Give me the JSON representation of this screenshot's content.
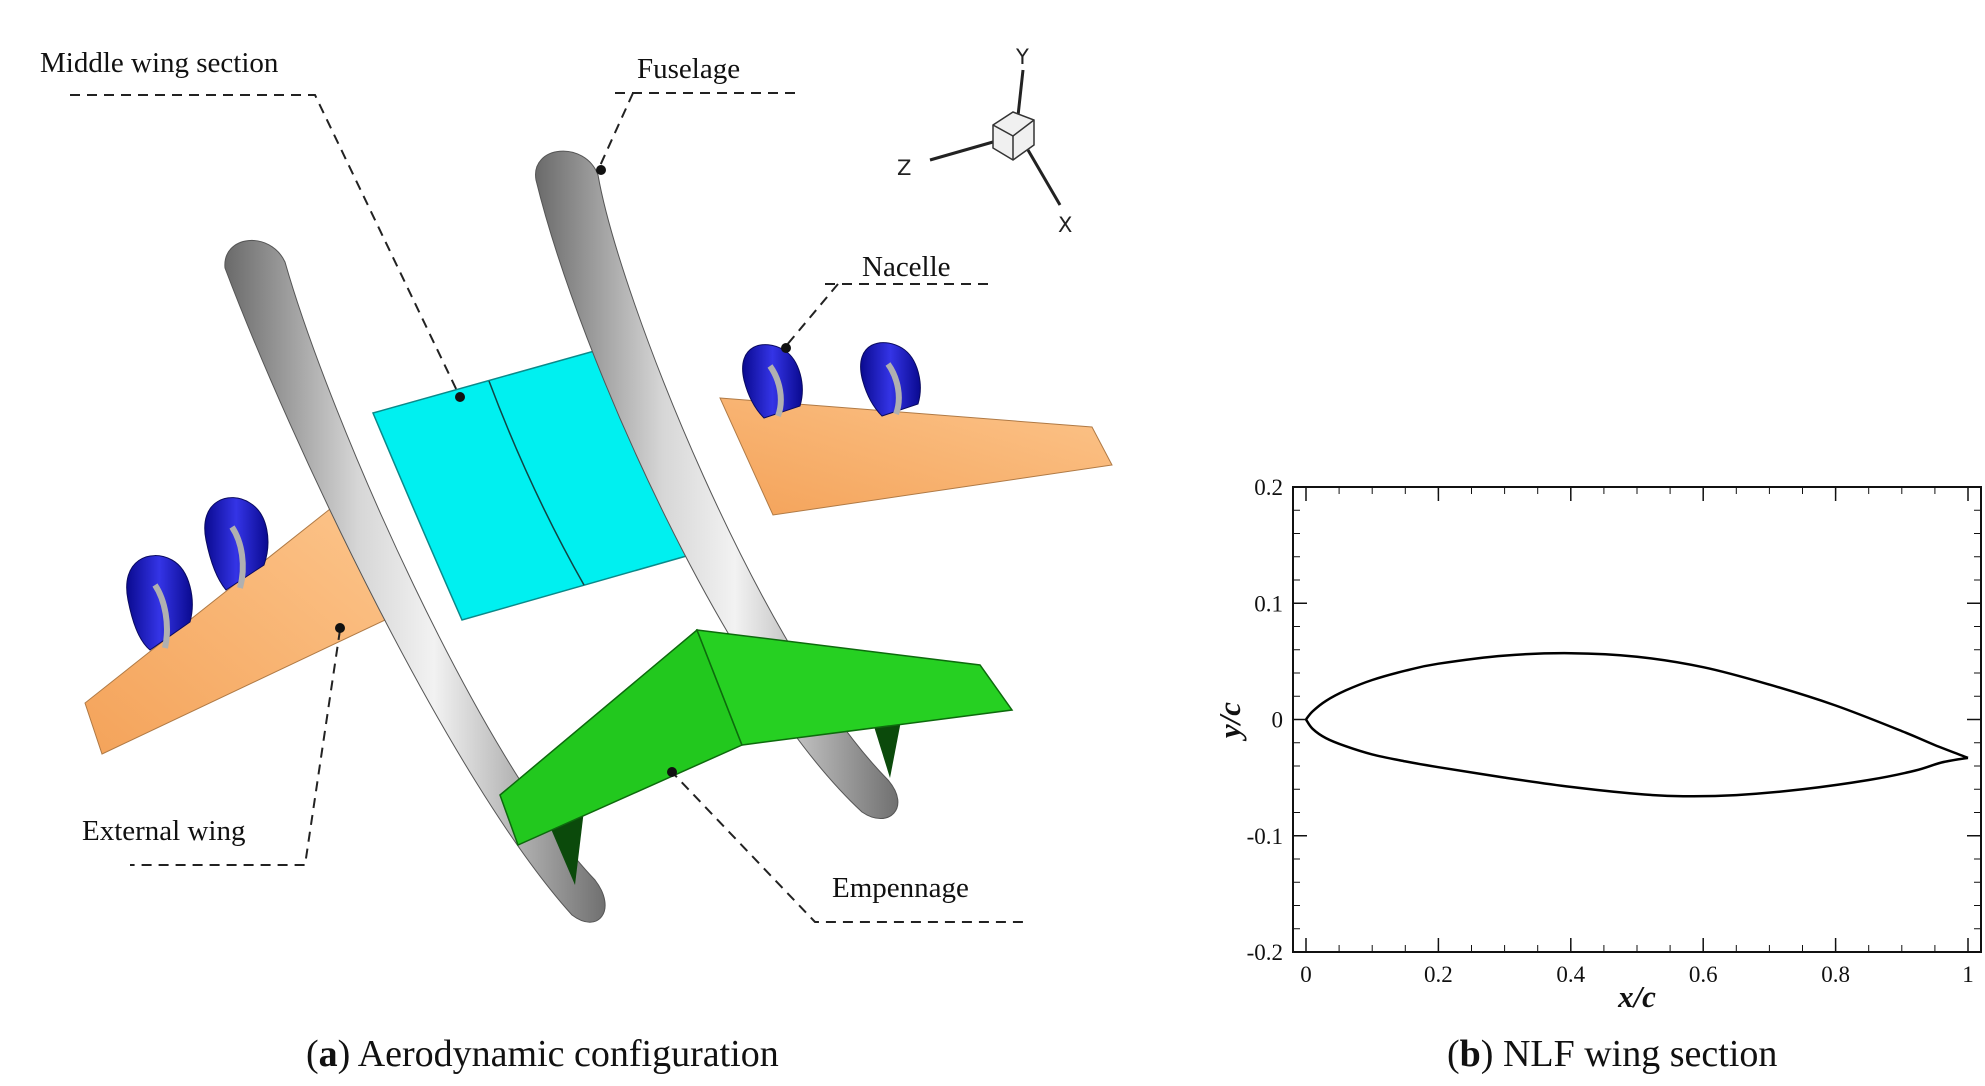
{
  "panel_a": {
    "labels": {
      "middle_wing": "Middle wing section",
      "fuselage": "Fuselage",
      "nacelle": "Nacelle",
      "external_wing": "External wing",
      "empennage": "Empennage"
    },
    "axes_triad": {
      "x": "X",
      "y": "Y",
      "z": "Z"
    },
    "caption_letter": "a",
    "caption_text": "Aerodynamic configuration",
    "colors": {
      "fuselage": "#a8a8a8",
      "middle_wing": "#00f2f2",
      "external_wing": "#f6a965",
      "empennage": "#22c21e",
      "nacelle": "#1e1ec8"
    }
  },
  "panel_b": {
    "caption_letter": "b",
    "caption_text": "NLF wing section"
  },
  "chart_data": {
    "type": "line",
    "xlabel": "x/c",
    "ylabel": "y/c",
    "xlim": [
      0,
      1
    ],
    "ylim": [
      -0.2,
      0.2
    ],
    "xticks": [
      0,
      0.2,
      0.4,
      0.6,
      0.8,
      1
    ],
    "xtick_labels": [
      "0",
      "0.2",
      "0.4",
      "0.6",
      "0.8",
      "1"
    ],
    "yticks": [
      -0.2,
      -0.1,
      0,
      0.1,
      0.2
    ],
    "ytick_labels": [
      "-0.2",
      "-0.1",
      "0",
      "0.1",
      "0.2"
    ],
    "grid": false,
    "series": [
      {
        "x": [
          1.0,
          0.95,
          0.9,
          0.8,
          0.7,
          0.6,
          0.5,
          0.4,
          0.3,
          0.2,
          0.15,
          0.1,
          0.06,
          0.03,
          0.01,
          0.0
        ],
        "y": [
          -0.033,
          -0.022,
          -0.01,
          0.012,
          0.03,
          0.045,
          0.054,
          0.057,
          0.055,
          0.048,
          0.042,
          0.034,
          0.025,
          0.016,
          0.007,
          0.0
        ]
      },
      {
        "x": [
          0.0,
          0.01,
          0.03,
          0.06,
          0.1,
          0.15,
          0.2,
          0.3,
          0.4,
          0.5,
          0.57,
          0.65,
          0.75,
          0.85,
          0.92,
          0.96,
          1.0
        ],
        "y": [
          0.0,
          -0.008,
          -0.016,
          -0.023,
          -0.03,
          -0.036,
          -0.041,
          -0.05,
          -0.058,
          -0.064,
          -0.066,
          -0.065,
          -0.06,
          -0.052,
          -0.044,
          -0.037,
          -0.033
        ]
      }
    ]
  }
}
